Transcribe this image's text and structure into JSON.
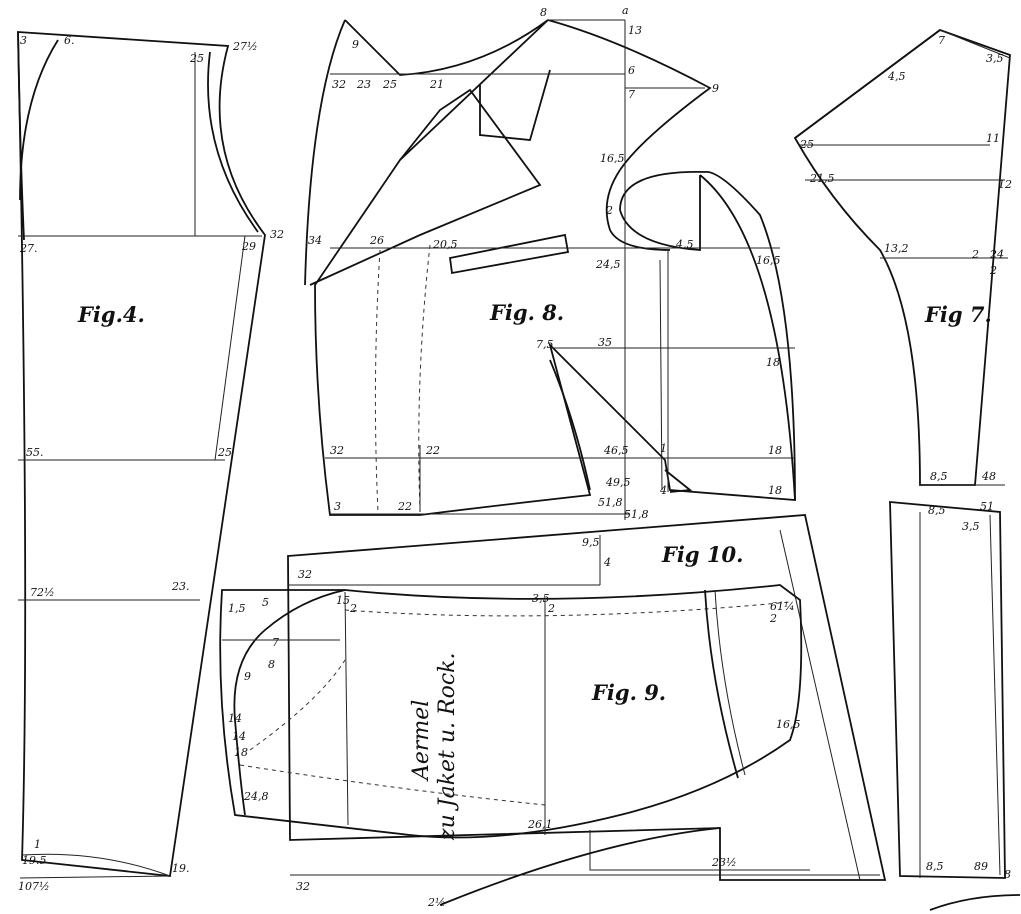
{
  "figures": {
    "fig4": "Fig.4.",
    "fig8": "Fig. 8.",
    "fig7": "Fig 7.",
    "fig9": "Fig. 9.",
    "fig10": "Fig 10."
  },
  "sleeve_text": {
    "line1": "Aermel",
    "line2": "zu Jaket u. Rock."
  },
  "fig4_labels": [
    "3",
    "6.",
    "25",
    "27½",
    "32",
    "27.",
    "29",
    "55.",
    "25",
    "72½",
    "23.",
    "1",
    "19.5",
    "19.",
    "107½"
  ],
  "fig8_labels": [
    "8",
    "a",
    "13",
    "6",
    "7",
    "9",
    "9",
    "32",
    "23",
    "25",
    "21",
    "16,5",
    "2",
    "34",
    "26",
    "20,5",
    "24,5",
    "4,5",
    "16,5",
    "7,5",
    "35",
    "18",
    "32",
    "22",
    "46,5",
    "1",
    "18",
    "49,5",
    "4",
    "18",
    "3",
    "22",
    "51,8",
    "51,8"
  ],
  "fig7_labels": [
    "7",
    "4,5",
    "3,5",
    "25",
    "11",
    "21,5",
    "12",
    "13,2",
    "24",
    "2",
    "2",
    "8,5",
    "48",
    "8,5",
    "51",
    "3,5",
    "8,5",
    "89",
    "8"
  ],
  "fig9_labels": [
    "1,5",
    "5",
    "15",
    "3,5",
    "2",
    "2",
    "7",
    "14",
    "9",
    "8",
    "14",
    "18",
    "24,8",
    "26,1",
    "61¼",
    "2",
    "16,5"
  ],
  "fig10_labels": [
    "9,5",
    "4",
    "32",
    "32",
    "23½",
    "2½"
  ]
}
